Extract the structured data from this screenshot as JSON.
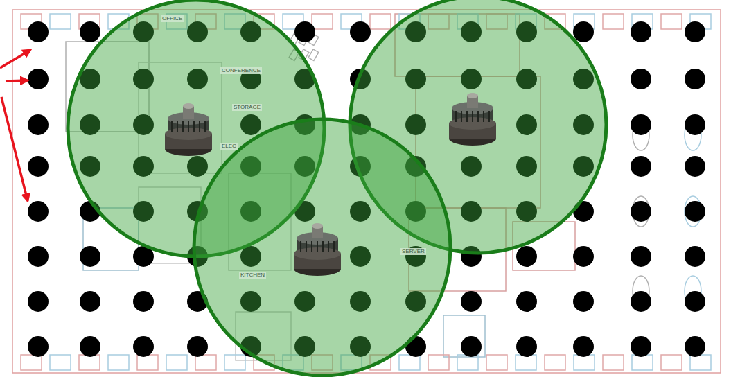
{
  "diagram": {
    "labels": [
      "OFFICE",
      "CONFERENCE",
      "STORAGE",
      "ELEC",
      "KITCHEN",
      "SERVER"
    ]
  }
}
